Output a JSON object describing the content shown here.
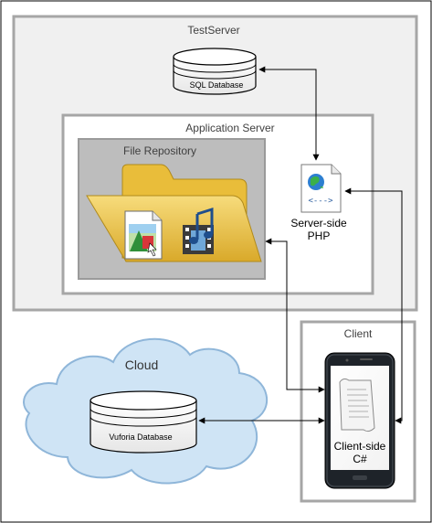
{
  "test_server": {
    "label": "TestServer"
  },
  "sql_database": {
    "label": "SQL Database"
  },
  "application_server": {
    "label": "Application Server"
  },
  "file_repository": {
    "label": "File Repository"
  },
  "server_script": {
    "line1": "Server-side",
    "line2": "PHP"
  },
  "client": {
    "label": "Client"
  },
  "client_script": {
    "line1": "Client-side",
    "line2": "C#"
  },
  "cloud": {
    "label": "Cloud"
  },
  "vuforia_database": {
    "label": "Vuforia Database"
  },
  "colors": {
    "test_server_fill": "#f0f0f0",
    "box_border": "#a6a6a6",
    "repository_fill": "#bdbdbd",
    "folder_gold": "#f1c84b",
    "cloud_fill": "#cfe4f5",
    "cloud_border": "#8fb6d9",
    "arrow": "#000000"
  }
}
